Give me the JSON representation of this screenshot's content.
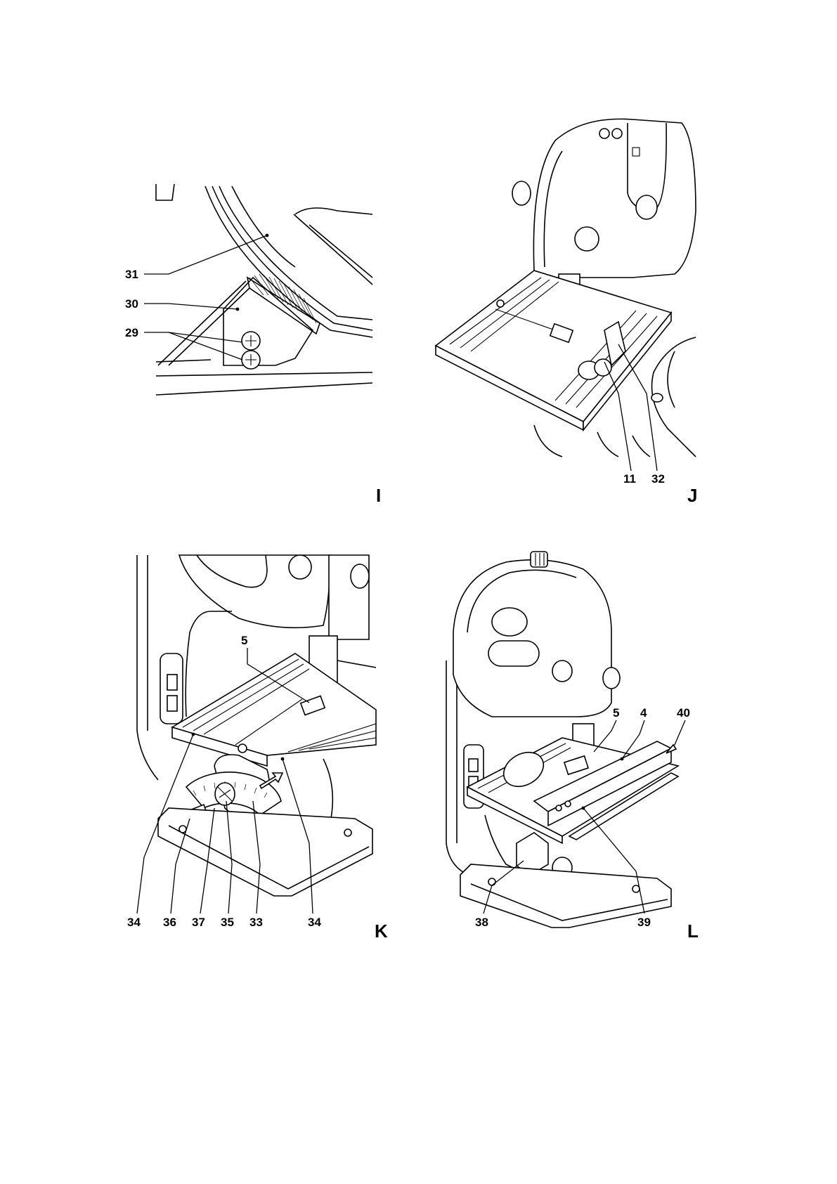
{
  "figures": [
    {
      "id": "I",
      "letter": "I",
      "callouts": [
        "31",
        "30",
        "29"
      ]
    },
    {
      "id": "J",
      "letter": "J",
      "callouts": [
        "11",
        "32"
      ]
    },
    {
      "id": "K",
      "letter": "K",
      "callouts": [
        "5",
        "34",
        "36",
        "37",
        "35",
        "33",
        "34"
      ]
    },
    {
      "id": "L",
      "letter": "L",
      "callouts": [
        "5",
        "4",
        "40",
        "38",
        "39"
      ]
    }
  ]
}
